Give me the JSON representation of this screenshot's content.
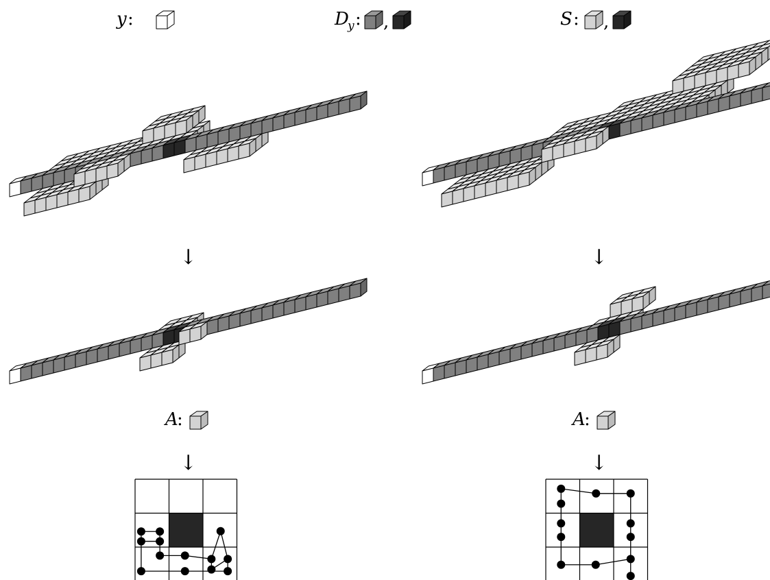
{
  "colors": {
    "white": "#ffffff",
    "light_gray": "#d3d3d3",
    "mid_gray": "#808080",
    "dark": "#262626",
    "line": "#000000"
  },
  "header": {
    "y_label": "y",
    "dy_label_main": "D",
    "dy_label_sub": "y",
    "s_label": "S",
    "colon": ":",
    "comma": ","
  },
  "arrows": {
    "down": "↓"
  },
  "a_label": {
    "text": "A"
  },
  "panels": [
    {
      "grid": {
        "rows": 3,
        "cols": 3,
        "filled_cell": [
          1,
          1
        ]
      },
      "path_nodes": [
        [
          0.18,
          1.54
        ],
        [
          0.73,
          1.54
        ],
        [
          0.18,
          1.83
        ],
        [
          0.73,
          1.83
        ],
        [
          0.18,
          2.71
        ],
        [
          0.73,
          2.25
        ],
        [
          1.47,
          2.25
        ],
        [
          1.47,
          2.71
        ],
        [
          2.25,
          2.35
        ],
        [
          2.25,
          2.66
        ],
        [
          2.73,
          2.35
        ],
        [
          2.73,
          2.71
        ],
        [
          2.52,
          1.53
        ]
      ],
      "path_edges": [
        [
          0,
          1
        ],
        [
          0,
          2
        ],
        [
          1,
          3
        ],
        [
          2,
          3
        ],
        [
          2,
          4
        ],
        [
          3,
          5
        ],
        [
          5,
          6
        ],
        [
          6,
          8
        ],
        [
          8,
          9
        ],
        [
          9,
          10
        ],
        [
          10,
          11
        ],
        [
          4,
          7
        ],
        [
          7,
          11
        ],
        [
          8,
          12
        ],
        [
          12,
          10
        ]
      ]
    },
    {
      "grid": {
        "rows": 3,
        "cols": 3,
        "filled_cell": [
          1,
          1
        ]
      },
      "path_nodes": [
        [
          0.45,
          0.28
        ],
        [
          0.45,
          0.72
        ],
        [
          1.48,
          0.42
        ],
        [
          2.5,
          0.42
        ],
        [
          0.45,
          1.3
        ],
        [
          0.45,
          1.7
        ],
        [
          2.5,
          1.3
        ],
        [
          2.5,
          1.7
        ],
        [
          0.45,
          2.52
        ],
        [
          1.47,
          2.52
        ],
        [
          2.5,
          2.35
        ],
        [
          2.5,
          2.85
        ]
      ],
      "path_edges": [
        [
          0,
          1
        ],
        [
          0,
          2
        ],
        [
          2,
          3
        ],
        [
          3,
          6
        ],
        [
          6,
          7
        ],
        [
          7,
          10
        ],
        [
          10,
          9
        ],
        [
          9,
          8
        ],
        [
          8,
          5
        ],
        [
          5,
          4
        ],
        [
          4,
          1
        ],
        [
          10,
          11
        ]
      ]
    }
  ]
}
